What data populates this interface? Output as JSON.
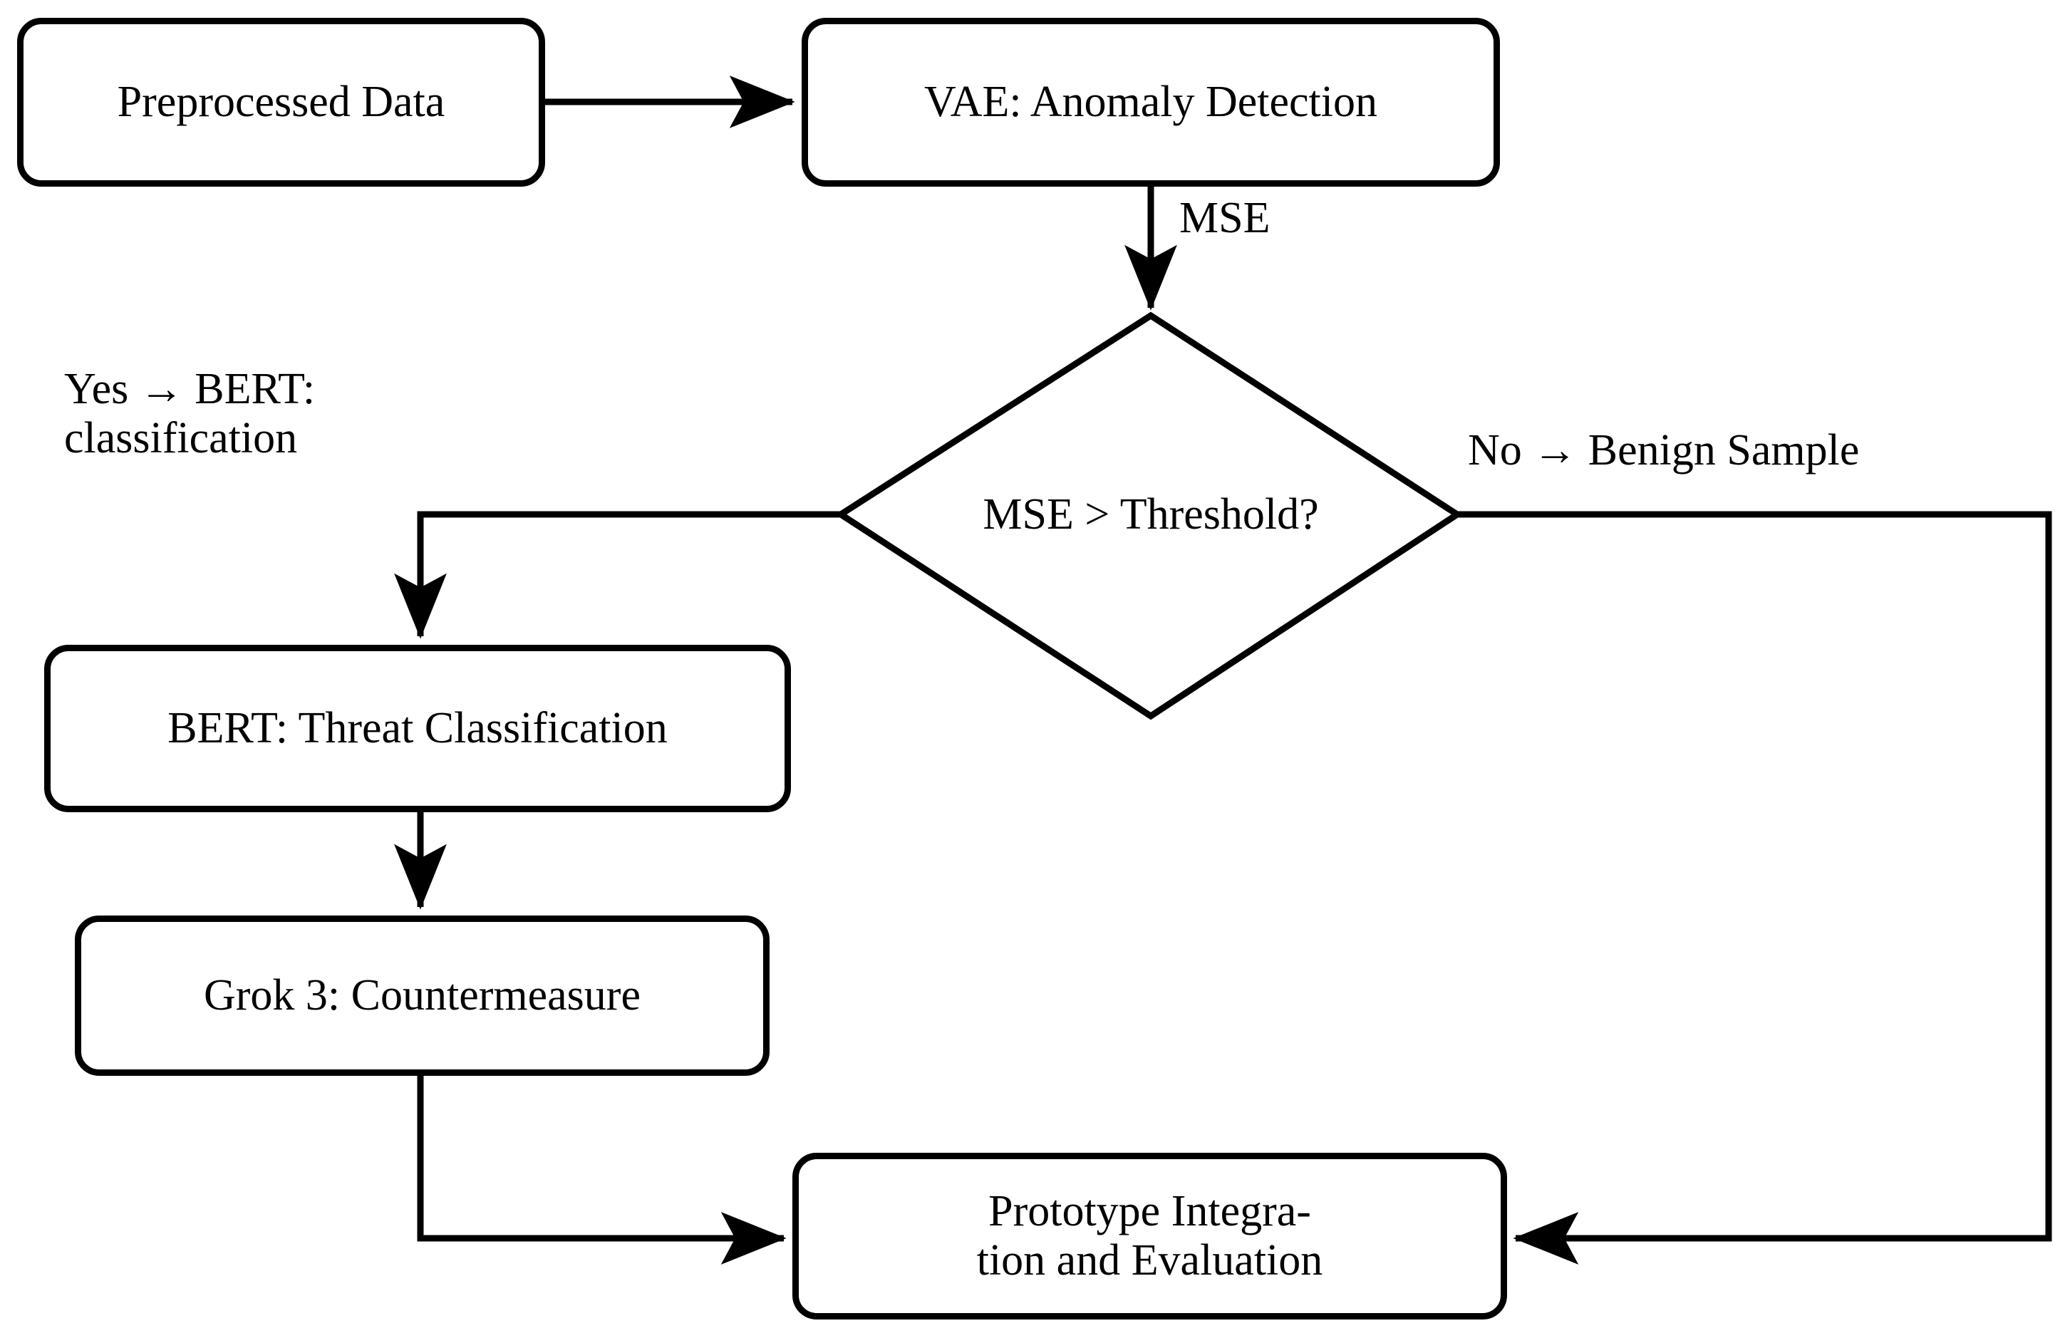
{
  "diagram": {
    "title": "VAE-BERT-Grok threat detection pipeline flowchart",
    "background_color": "#ffffff",
    "stroke_color": "#000000",
    "text_color": "#000000",
    "nodes": [
      {
        "id": "preprocessed",
        "label": "Preprocessed Data",
        "shape": "rounded-rect"
      },
      {
        "id": "vae",
        "label": "VAE: Anomaly Detection",
        "shape": "rounded-rect"
      },
      {
        "id": "decision",
        "label": "MSE > Threshold?",
        "shape": "diamond"
      },
      {
        "id": "bert",
        "label": "BERT: Threat Classification",
        "shape": "rounded-rect"
      },
      {
        "id": "grok",
        "label": "Grok 3: Countermeasure",
        "shape": "rounded-rect"
      },
      {
        "id": "prototype",
        "label_line1": "Prototype Integra-",
        "label_line2": "tion and Evaluation",
        "shape": "rounded-rect"
      }
    ],
    "edge_labels": {
      "mse": "MSE",
      "yes_branch": "Yes → BERT:\nclassification",
      "no_branch": "No → Benign Sample"
    },
    "edges": [
      {
        "from": "preprocessed",
        "to": "vae",
        "label": ""
      },
      {
        "from": "vae",
        "to": "decision",
        "label": "MSE"
      },
      {
        "from": "decision",
        "to": "bert",
        "label": "Yes → BERT: classification"
      },
      {
        "from": "decision",
        "to": "prototype",
        "label": "No → Benign Sample"
      },
      {
        "from": "bert",
        "to": "grok",
        "label": ""
      },
      {
        "from": "grok",
        "to": "prototype",
        "label": ""
      }
    ]
  }
}
